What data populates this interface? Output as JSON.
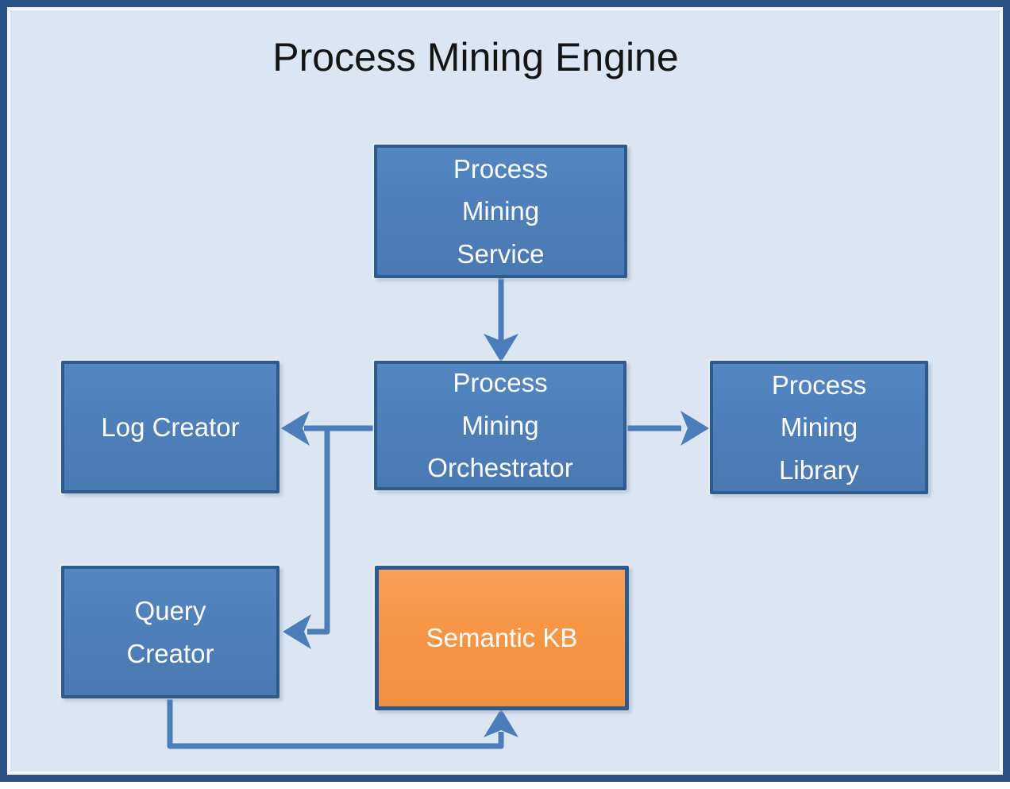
{
  "diagram": {
    "title": "Process Mining Engine",
    "type": "block-diagram",
    "nodes": {
      "service": {
        "label": "Process\nMining\nService",
        "fill": "blue"
      },
      "orchestrator": {
        "label": "Process\nMining\nOrchestrator",
        "fill": "blue"
      },
      "log_creator": {
        "label": "Log Creator",
        "fill": "blue"
      },
      "library": {
        "label": "Process\nMining\nLibrary",
        "fill": "blue"
      },
      "query_creator": {
        "label": "Query\nCreator",
        "fill": "blue"
      },
      "semantic_kb": {
        "label": "Semantic KB",
        "fill": "orange"
      }
    },
    "edges": [
      {
        "from": "Process Mining Service",
        "to": "Process Mining Orchestrator",
        "direction": "down"
      },
      {
        "from": "Process Mining Orchestrator",
        "to": "Log Creator",
        "direction": "left"
      },
      {
        "from": "Process Mining Orchestrator",
        "to": "Query Creator",
        "direction": "down-left"
      },
      {
        "from": "Process Mining Orchestrator",
        "to": "Process Mining Library",
        "direction": "right"
      },
      {
        "from": "Query Creator",
        "to": "Semantic KB",
        "direction": "down-right-up"
      }
    ],
    "colors": {
      "background": "#DCE6F2",
      "frame_border": "#2B5385",
      "node_fill": "#4F81BD",
      "node_border": "#2E5A8C",
      "node_text": "#FFFFFF",
      "kb_fill": "#F79646",
      "arrow": "#4A7DBA",
      "title_text": "#141414"
    }
  }
}
